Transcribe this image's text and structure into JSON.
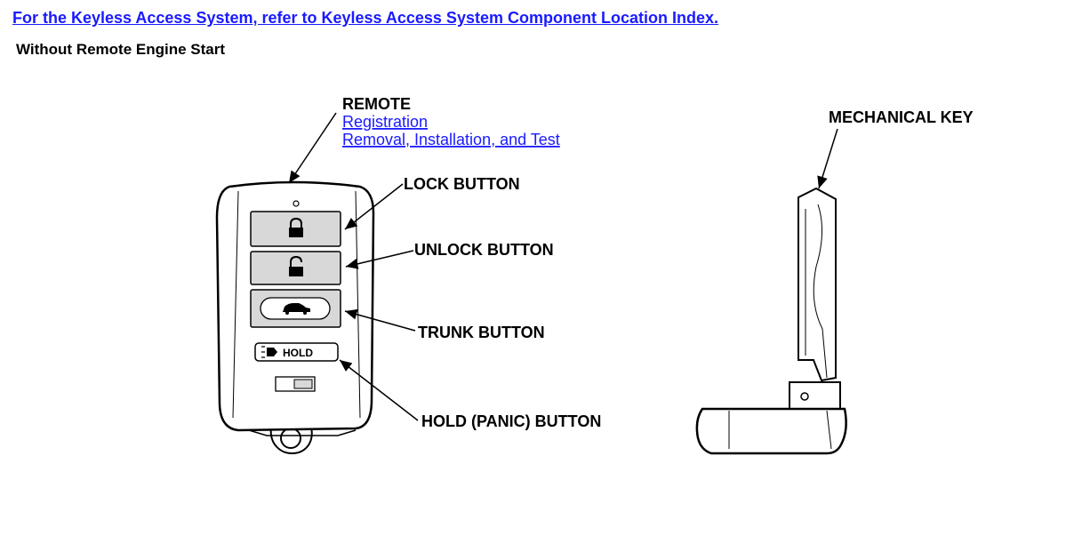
{
  "header": {
    "link_text": "For the Keyless Access System, refer to Keyless Access System Component Location Index.",
    "subtitle": "Without Remote Engine Start"
  },
  "callouts": {
    "remote": {
      "label": "REMOTE",
      "links": [
        "Registration",
        "Removal, Installation, and Test"
      ]
    },
    "lock_button": "LOCK BUTTON",
    "unlock_button": "UNLOCK BUTTON",
    "trunk_button": "TRUNK BUTTON",
    "hold_button": "HOLD (PANIC) BUTTON",
    "mechanical_key": "MECHANICAL KEY"
  },
  "fob": {
    "hold_text": "HOLD"
  },
  "colors": {
    "link": "#1a1aff",
    "button_fill": "#d8d8d8",
    "fob_body": "#ffffff",
    "outline": "#000000"
  }
}
